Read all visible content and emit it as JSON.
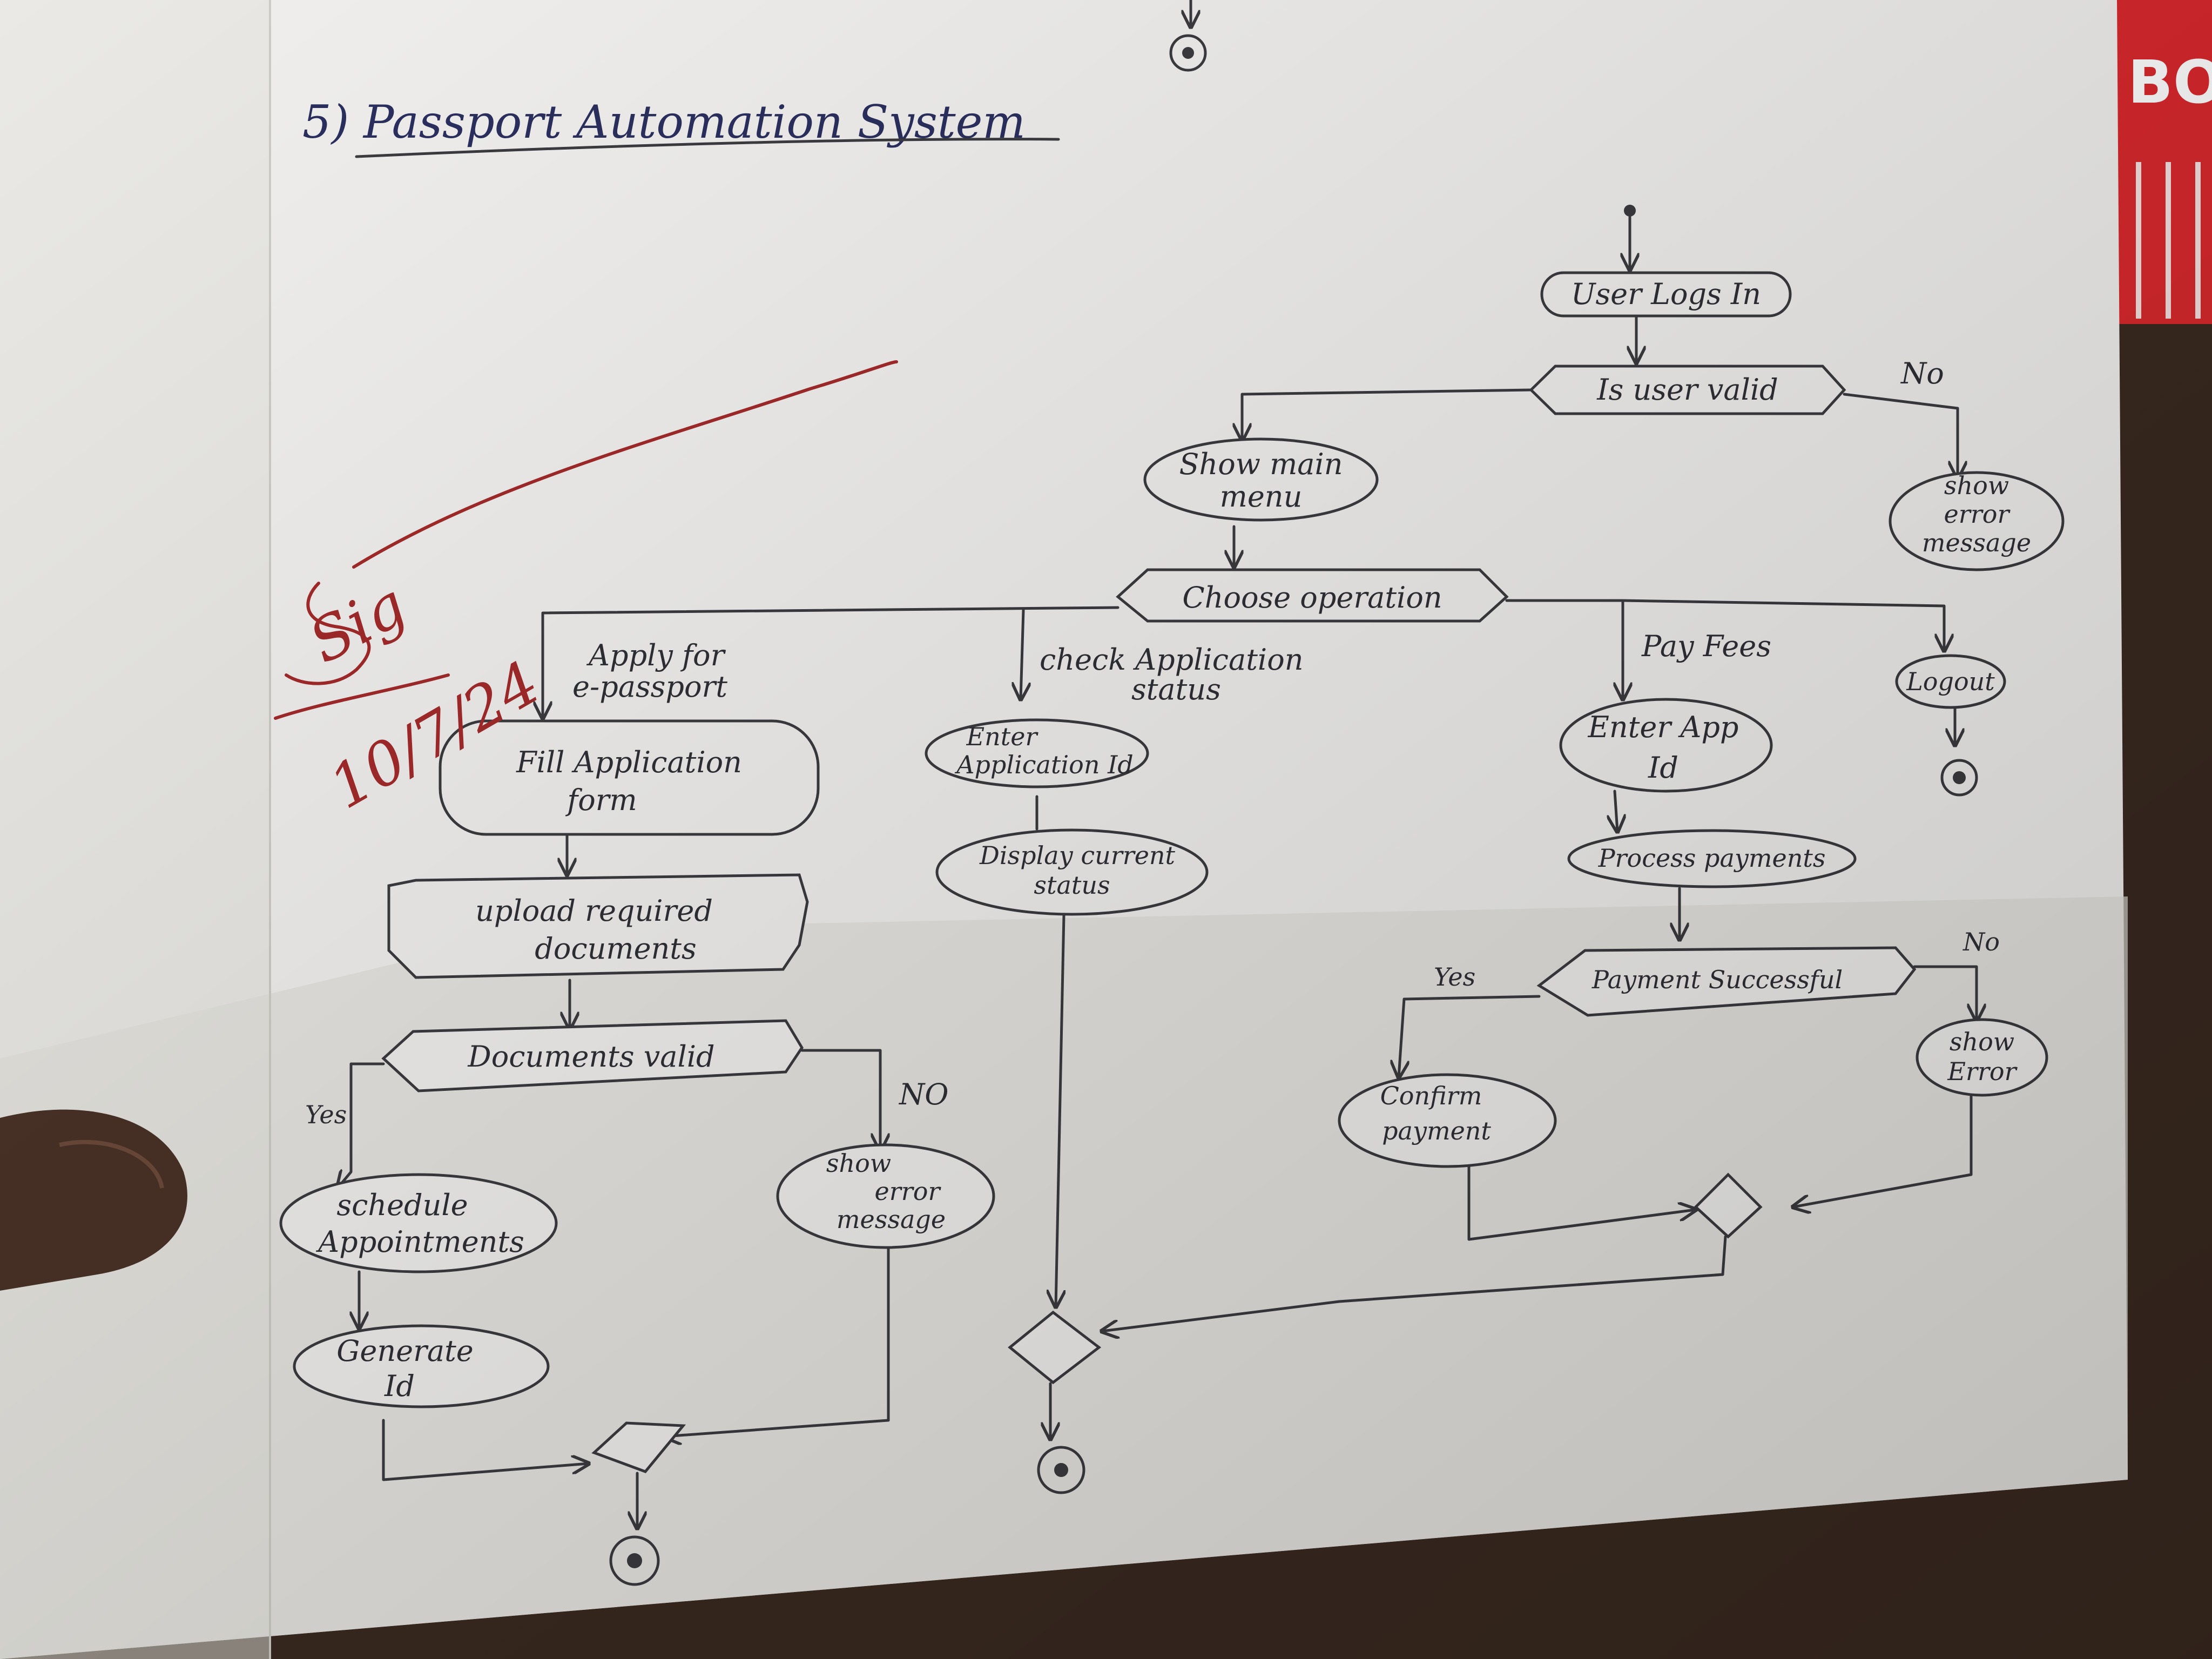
{
  "title": "5) Passport Automation System",
  "nodes": {
    "user_logs_in": "User Logs In",
    "is_user_valid": "Is user valid",
    "show_main_menu": [
      "Show main",
      "menu"
    ],
    "show_error_message_top": [
      "show",
      "error",
      "message"
    ],
    "choose_operation": "Choose operation",
    "fill_application_form": [
      "Fill Application",
      "form"
    ],
    "upload_required_documents": [
      "upload required",
      "documents"
    ],
    "documents_valid": "Documents valid",
    "schedule_appointments": [
      "schedule",
      "Appointments"
    ],
    "generate_id": [
      "Generate",
      "Id"
    ],
    "show_error_message_docs": [
      "show",
      "error",
      "message"
    ],
    "enter_application_id": [
      "Enter",
      "Application Id"
    ],
    "display_current_status": [
      "Display current",
      "status"
    ],
    "enter_app_id": [
      "Enter App",
      "Id"
    ],
    "process_payments": "Process payments",
    "payment_successful": "Payment Successful",
    "confirm_payment": [
      "Confirm",
      "payment"
    ],
    "show_error_pay": [
      "show",
      "Error"
    ],
    "logout": "Logout"
  },
  "edge_labels": {
    "no_top": "No",
    "apply_for_passport": [
      "Apply for",
      "e-passport"
    ],
    "check_application_status": [
      "check Application",
      "status"
    ],
    "pay_fees": "Pay Fees",
    "yes_docs": "Yes",
    "no_docs": "NO",
    "yes_payment": "Yes",
    "no_payment": "No"
  },
  "annotation": {
    "teacher_mark": "Sig",
    "teacher_date": "10/7/24"
  },
  "book_cover": {
    "text": "BO"
  },
  "colors": {
    "paper": "#f1f0ee",
    "ink": "#3b3b40",
    "title_ink": "#2a2f5e",
    "red_pen": "#a32a2a",
    "background": "#3a2a20",
    "book_red": "#d9292d"
  }
}
